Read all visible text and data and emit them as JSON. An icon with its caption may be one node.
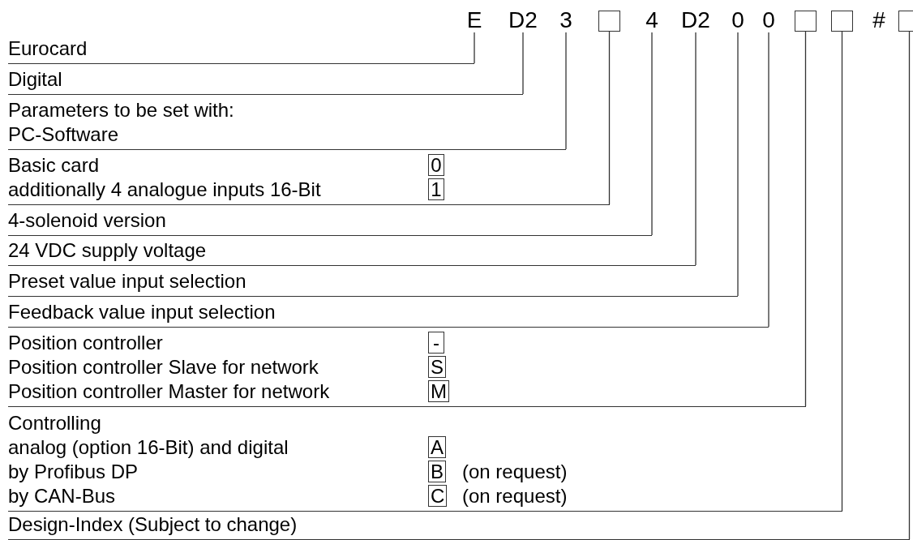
{
  "diagram": {
    "nodes": [
      {
        "text": [
          "E"
        ]
      },
      {
        "text": [
          "D2"
        ]
      },
      {
        "text": [
          "3"
        ]
      },
      {
        "text": [],
        "shape": "box"
      },
      {
        "text": [
          "4"
        ]
      },
      {
        "text": [
          "D2"
        ]
      },
      {
        "text": [
          "0"
        ]
      },
      {
        "text": [
          "0"
        ]
      },
      {
        "text": [],
        "shape": "box"
      },
      {
        "text": [],
        "shape": "box"
      },
      {
        "text": [],
        "shape": "box"
      },
      {
        "text": [
          "Eurocard"
        ]
      },
      {
        "text": [
          "Digital"
        ]
      },
      {
        "text": [
          "Parameters to be set with:",
          "PC-Software"
        ]
      },
      {
        "text": [
          "Basic card",
          "0",
          "additionally 4 analogue inputs 16-Bit",
          "1"
        ]
      },
      {
        "text": [
          "4-solenoid version"
        ]
      },
      {
        "text": [
          "24 VDC supply voltage"
        ]
      },
      {
        "text": [
          "Preset value input selection"
        ]
      },
      {
        "text": [
          "Feedback value input selection"
        ]
      },
      {
        "text": [
          "Position controller",
          "-",
          "Position controller Slave for network",
          "S",
          "Position controller Master for network",
          "M"
        ]
      },
      {
        "text": [
          "Controlling",
          "analog (option 16-Bit) and digital",
          "A",
          "by Profibus DP",
          "B",
          "(on request)",
          "by CAN-Bus",
          "C",
          "(on request)"
        ]
      },
      {
        "text": [
          "Design-Index (Subject to change)"
        ]
      }
    ],
    "edges": [
      {
        "from": 0,
        "to": 11,
        "arrow": "none"
      },
      {
        "from": 1,
        "to": 12,
        "arrow": "none"
      },
      {
        "from": 2,
        "to": 13,
        "arrow": "none"
      },
      {
        "from": 3,
        "to": 14,
        "arrow": "none"
      },
      {
        "from": 4,
        "to": 15,
        "arrow": "none"
      },
      {
        "from": 5,
        "to": 16,
        "arrow": "none"
      },
      {
        "from": 6,
        "to": 17,
        "arrow": "none"
      },
      {
        "from": 7,
        "to": 18,
        "arrow": "none"
      },
      {
        "from": 8,
        "to": 19,
        "arrow": "none"
      },
      {
        "from": 9,
        "to": 20,
        "arrow": "none"
      },
      {
        "from": 10,
        "to": 21,
        "arrow": "none"
      }
    ],
    "labels": [
      "#"
    ]
  }
}
